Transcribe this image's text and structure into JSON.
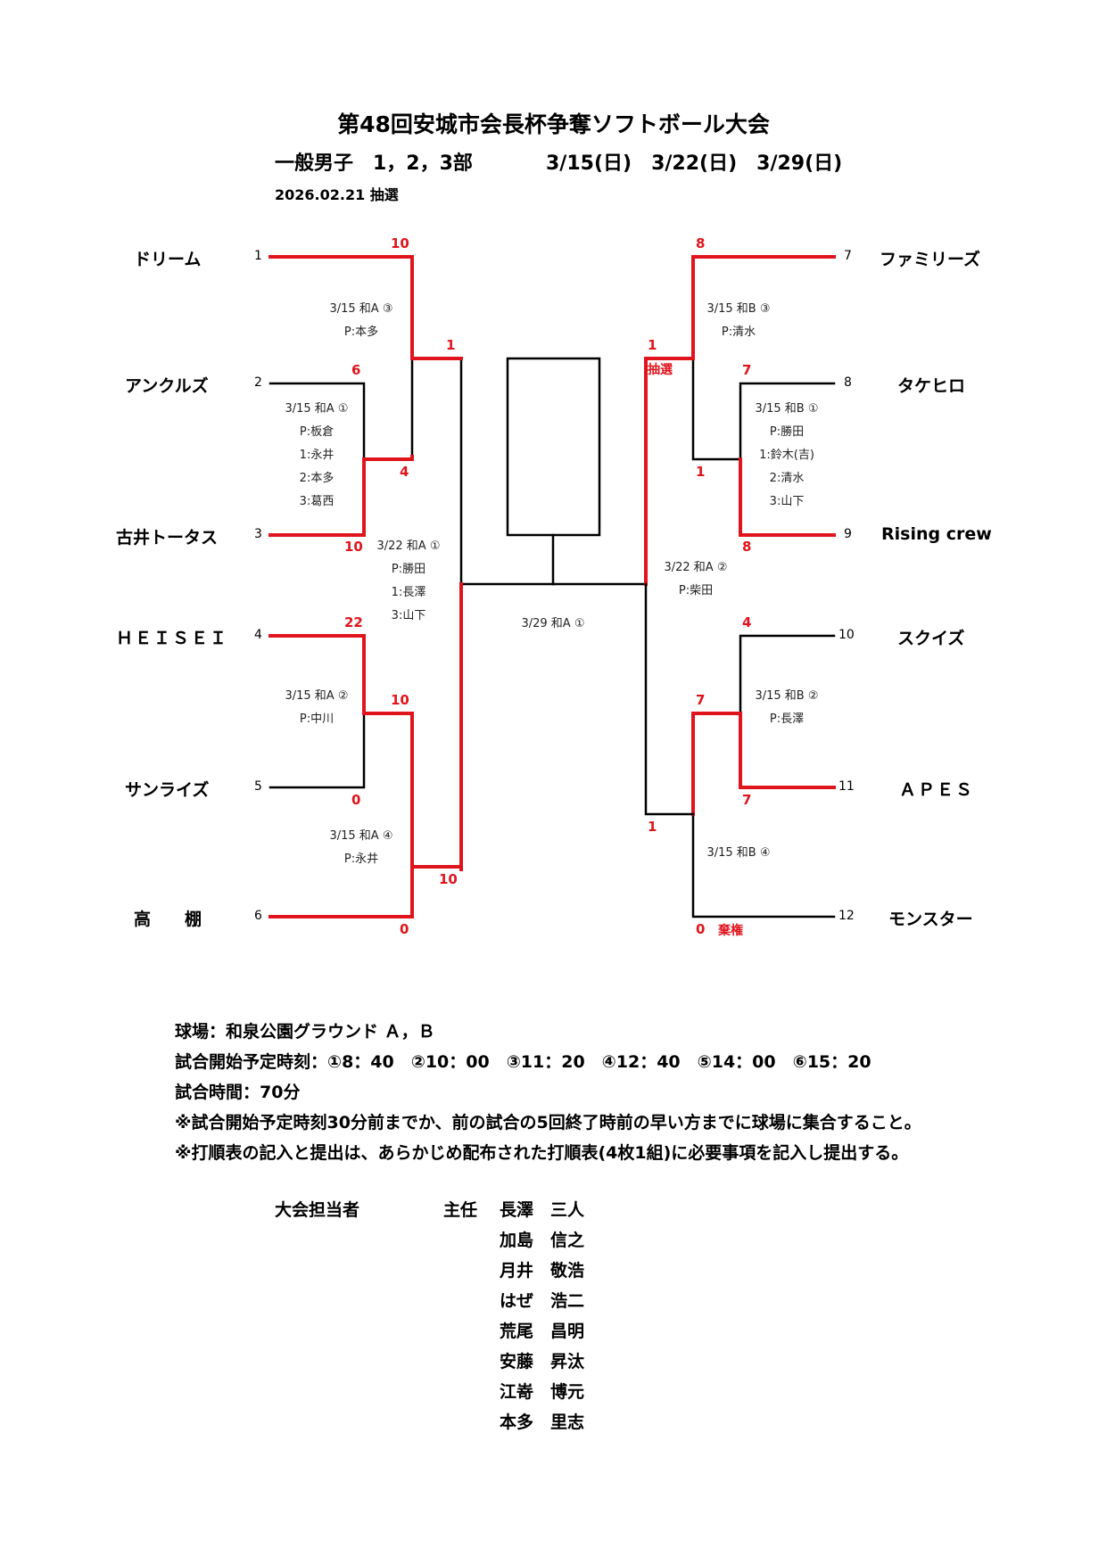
{
  "header": {
    "title": "第48回安城市会長杯争奪ソフトボール大会",
    "subtitle": "一般男子　1，2，3部",
    "dates": "3/15(日)　3/22(日)　3/29(日)",
    "draw_date": "2026.02.21 抽選"
  },
  "teams": [
    {
      "seed": "1",
      "name": "ドリーム"
    },
    {
      "seed": "2",
      "name": "アンクルズ"
    },
    {
      "seed": "3",
      "name": "古井トータス"
    },
    {
      "seed": "4",
      "name": "ＨＥＩＳＥＩ"
    },
    {
      "seed": "5",
      "name": "サンライズ"
    },
    {
      "seed": "6",
      "name": "高　　棚"
    },
    {
      "seed": "7",
      "name": "ファミリーズ"
    },
    {
      "seed": "8",
      "name": "タケヒロ"
    },
    {
      "seed": "9",
      "name": "Rising crew"
    },
    {
      "seed": "10",
      "name": "スクイズ"
    },
    {
      "seed": "11",
      "name": "ＡＰＥＳ"
    },
    {
      "seed": "12",
      "name": "モンスター"
    }
  ],
  "scores": {
    "s1": "10",
    "s2": "6",
    "s3": "10",
    "s23w": "4",
    "s1r2": "1",
    "s4": "22",
    "s5": "0",
    "s6": "0",
    "s45w": "10",
    "s6r2": "10",
    "s7": "8",
    "s8": "7",
    "s9": "8",
    "s89w": "1",
    "s7r2": "1",
    "lottery": "抽選",
    "s10": "4",
    "s11": "7",
    "s12": "0",
    "forfeit": "棄権",
    "s1011w": "7",
    "s12r2": "1"
  },
  "notes": {
    "g1": [
      "3/15 和A ③",
      "P:本多"
    ],
    "g2": [
      "3/15 和A ①",
      "P:板倉",
      "1:永井",
      "2:本多",
      "3:葛西"
    ],
    "g3": [
      "3/22 和A ①",
      "P:勝田",
      "1:長澤",
      "3:山下"
    ],
    "g4": [
      "3/15 和A ②",
      "P:中川"
    ],
    "g5": [
      "3/15 和A ④",
      "P:永井"
    ],
    "g6": [
      "3/15 和B ③",
      "P:清水"
    ],
    "g7": [
      "3/15 和B ①",
      "P:勝田",
      "1:鈴木(吉)",
      "2:清水",
      "3:山下"
    ],
    "g8": [
      "3/22 和A ②",
      "P:柴田"
    ],
    "g9": [
      "3/15 和B ②",
      "P:長澤"
    ],
    "g10": [
      "3/15 和B ④"
    ],
    "final": "3/29 和A ①"
  },
  "info": {
    "venue": "球場：和泉公園グラウンド Ａ，Ｂ",
    "times": "試合開始予定時刻：①8：40　②10：00　③11：20　④12：40　⑤14：00　⑥15：20",
    "duration": "試合時間：70分",
    "note1": "※試合開始予定時刻30分前までか、前の試合の5回終了時前の早い方までに球場に集合すること。",
    "note2": "※打順表の記入と提出は、あらかじめ配布された打順表(4枚1組)に必要事項を記入し提出する。"
  },
  "staff": {
    "label": "大会担当者",
    "role": "主任",
    "members": [
      {
        "family": "長澤",
        "given": "三人"
      },
      {
        "family": "加島",
        "given": "信之"
      },
      {
        "family": "月井",
        "given": "敬浩"
      },
      {
        "family": "はぜ",
        "given": "浩二"
      },
      {
        "family": "荒尾",
        "given": "昌明"
      },
      {
        "family": "安藤",
        "given": "昇汰"
      },
      {
        "family": "江嵜",
        "given": "博元"
      },
      {
        "family": "本多",
        "given": "里志"
      }
    ]
  },
  "colors": {
    "win": "#e0141c",
    "line": "#000000"
  }
}
